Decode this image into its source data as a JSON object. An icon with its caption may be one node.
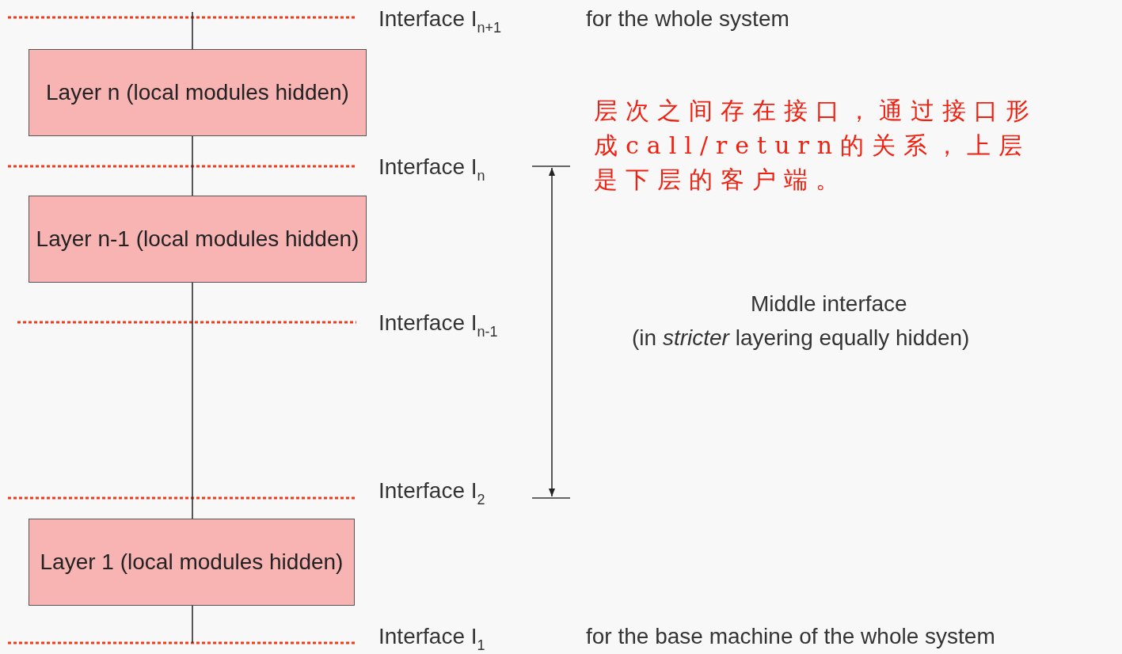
{
  "diagram": {
    "nodes": [
      {
        "text": [
          "Layer n (local modules hidden)"
        ]
      },
      {
        "text": [
          "Layer n-1 (local modules hidden)"
        ]
      },
      {
        "text": [
          "Layer 1 (local modules hidden)"
        ]
      }
    ],
    "edges": [
      {
        "from": null,
        "to": 0,
        "arrow": "none"
      },
      {
        "from": 0,
        "to": 1,
        "arrow": "none"
      },
      {
        "from": 1,
        "to": 2,
        "arrow": "none"
      },
      {
        "from": 2,
        "to": null,
        "arrow": "none"
      }
    ],
    "labels": [
      "Interface I$_{n+1}$",
      "for the whole system",
      "层次之间存在接口，通过接口形成call/return的关系，上层是下层的客户端。",
      "Interface I$_{n}$",
      "Interface I$_{n-1}$",
      "Middle interface",
      "(in *stricter* layering equally hidden)",
      "Interface I$_{2}$",
      "Interface I$_{1}$",
      "for the base machine of the whole system"
    ]
  }
}
